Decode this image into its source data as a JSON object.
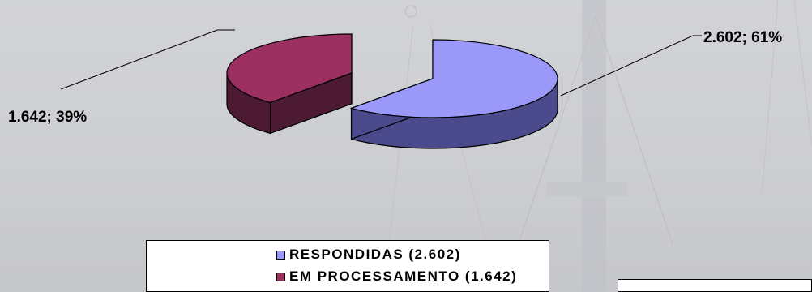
{
  "chart_data": {
    "type": "pie",
    "style": "3d-exploded",
    "series": [
      {
        "name": "RESPONDIDAS (2.602)",
        "value": 2602,
        "percent": 61,
        "data_label": "2.602; 61%",
        "color": "#9a99fa",
        "side_color": "#4a4a8c"
      },
      {
        "name": "EM PROCESSAMENTO (1.642)",
        "value": 1642,
        "percent": 39,
        "data_label": "1.642; 39%",
        "color": "#9a2f60",
        "side_color": "#4d1a33"
      }
    ],
    "legend_position": "bottom"
  }
}
